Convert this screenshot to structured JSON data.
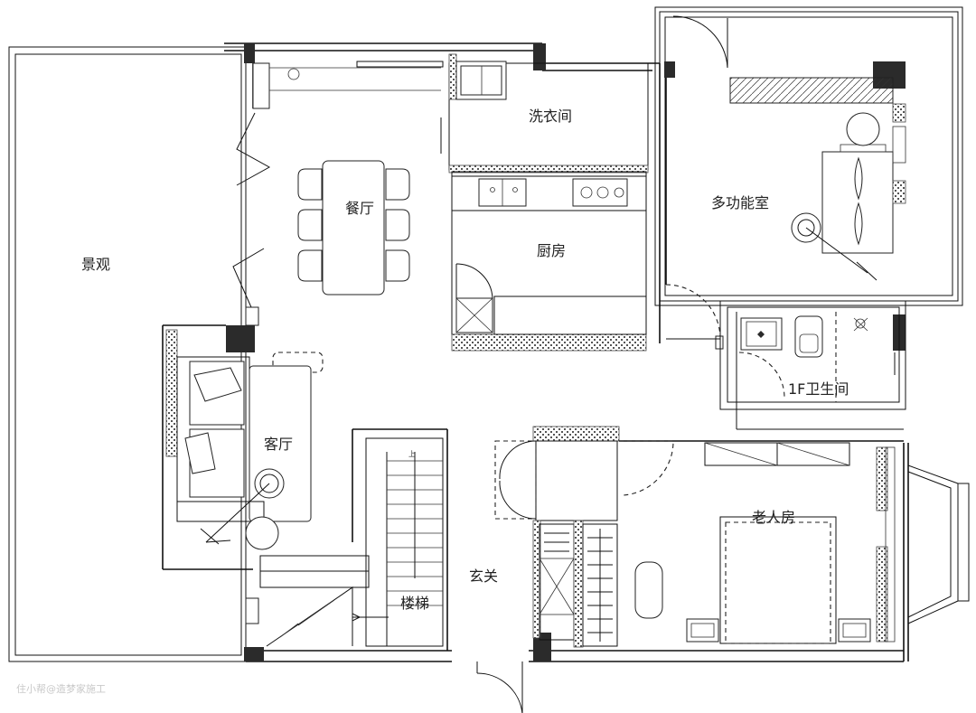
{
  "rooms": {
    "landscape": "景观",
    "dining": "餐厅",
    "laundry": "洗衣间",
    "kitchen": "厨房",
    "multipurpose": "多功能室",
    "bathroom": "1F卫生间",
    "living": "客厅",
    "foyer": "玄关",
    "stairs": "楼梯",
    "elder_room": "老人房"
  },
  "stair_up_mark": "上",
  "watermark": "住小帮@造梦家施工"
}
